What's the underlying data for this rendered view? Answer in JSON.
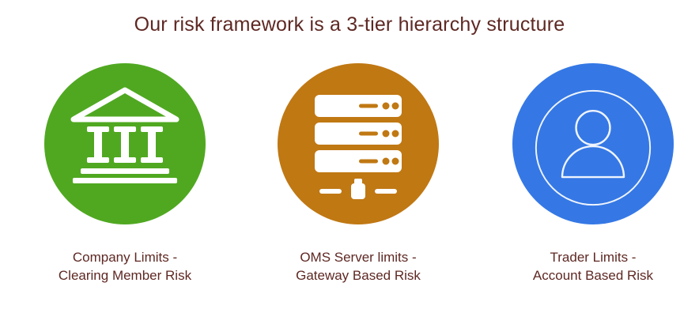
{
  "title": "Our risk framework is a 3-tier hierarchy structure",
  "colors": {
    "title_text": "#5E2823",
    "label_text": "#5E2823",
    "tier1": "#50A821",
    "tier2": "#C07813",
    "tier3": "#3578E5",
    "icon": "#FFFFFF"
  },
  "tiers": [
    {
      "icon": "bank-icon",
      "color": "#50A821",
      "label_line1": "Company Limits -",
      "label_line2": "Clearing Member Risk"
    },
    {
      "icon": "server-stack-icon",
      "color": "#C07813",
      "label_line1": "OMS Server limits -",
      "label_line2": "Gateway Based Risk"
    },
    {
      "icon": "person-icon",
      "color": "#3578E5",
      "label_line1": "Trader Limits -",
      "label_line2": "Account Based Risk"
    }
  ]
}
